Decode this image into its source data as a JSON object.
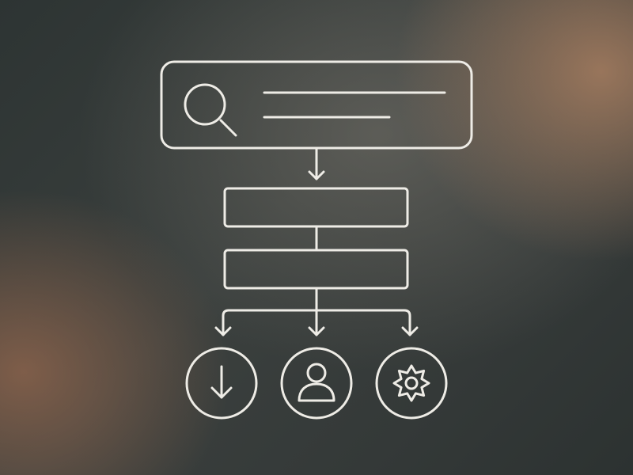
{
  "diagram": {
    "nodes": [
      {
        "id": "search-bar",
        "kind": "search-box",
        "icon": "search-icon"
      },
      {
        "id": "step-1",
        "kind": "empty-box"
      },
      {
        "id": "step-2",
        "kind": "empty-box"
      },
      {
        "id": "download",
        "kind": "circle",
        "icon": "download-arrow-icon"
      },
      {
        "id": "user",
        "kind": "circle",
        "icon": "user-icon"
      },
      {
        "id": "settings",
        "kind": "circle",
        "icon": "gear-icon"
      }
    ],
    "edges": [
      {
        "from": "search-bar",
        "to": "step-1",
        "arrow": true
      },
      {
        "from": "step-1",
        "to": "step-2",
        "arrow": false
      },
      {
        "from": "step-2",
        "to": "download",
        "arrow": true
      },
      {
        "from": "step-2",
        "to": "user",
        "arrow": true
      },
      {
        "from": "step-2",
        "to": "settings",
        "arrow": true
      }
    ],
    "colors": {
      "stroke": "#eeece6",
      "background": "#3a3e3c",
      "warm_glow": "#a87e60"
    }
  }
}
